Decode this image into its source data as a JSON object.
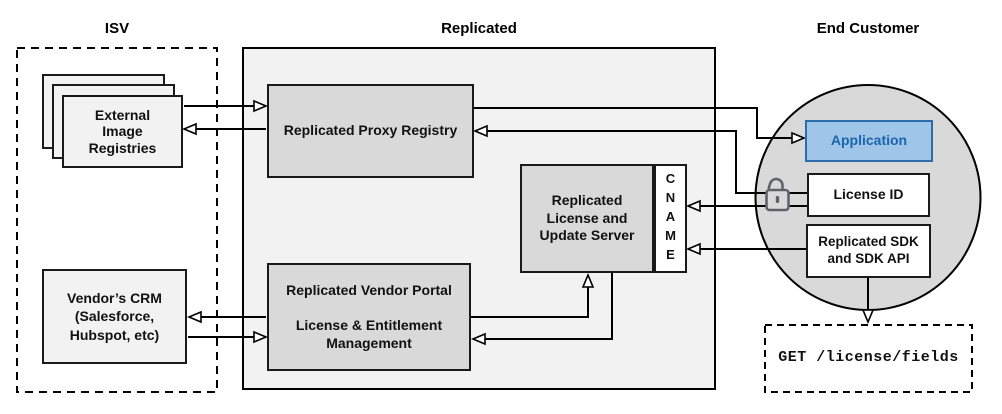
{
  "sections": {
    "isv": {
      "label": "ISV"
    },
    "replicated": {
      "label": "Replicated"
    },
    "end_customer": {
      "label": "End Customer"
    }
  },
  "nodes": {
    "external_image_registries": {
      "label": "External\nImage\nRegistries"
    },
    "vendors_crm": {
      "label": "Vendor’s CRM\n(Salesforce,\nHubspot, etc)"
    },
    "proxy_registry": {
      "label": "Replicated Proxy Registry"
    },
    "license_update_server": {
      "label": "Replicated\nLicense and\nUpdate Server"
    },
    "cname": {
      "label": "CNAME"
    },
    "vendor_portal": {
      "label": "Replicated Vendor Portal\n\nLicense & Entitlement\nManagement"
    },
    "application": {
      "label": "Application"
    },
    "license_id": {
      "label": "License ID"
    },
    "replicated_sdk": {
      "label": "Replicated SDK\nand SDK API"
    },
    "get_license_fields": {
      "label": "GET /license/fields"
    }
  },
  "icons": {
    "lock": "open-padlock-icon"
  },
  "colors": {
    "node_gray": "#d9d9d9",
    "panel_gray": "#f2f2f2",
    "application_fill": "#9fc5e8",
    "application_border": "#2a6da8",
    "application_text": "#1b65ad",
    "connector_black": "#000000",
    "lock_gray": "#5f6368"
  }
}
